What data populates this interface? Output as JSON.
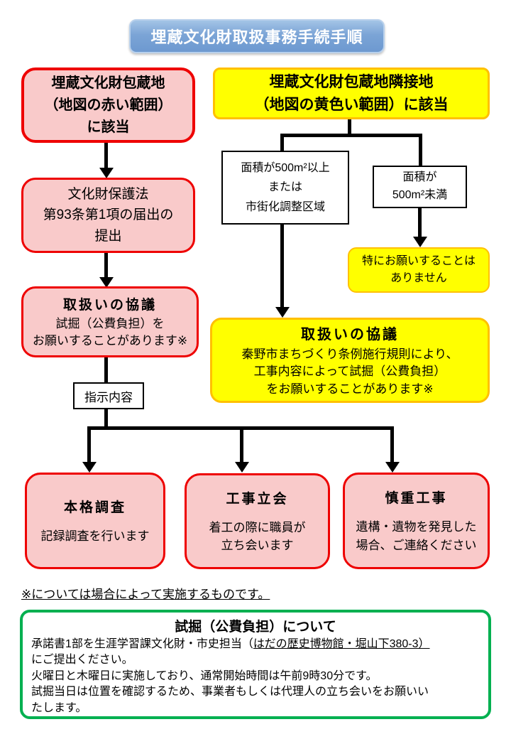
{
  "title": "埋蔵文化財取扱事務手続手順",
  "left_flow": {
    "box1": {
      "lines": [
        "埋蔵文化財包蔵地",
        "（地図の赤い範囲）",
        "に該当"
      ]
    },
    "box2": {
      "lines": [
        "文化財保護法",
        "第93条第1項の届出の",
        "提出"
      ]
    },
    "box3": {
      "title": "取扱いの協議",
      "body": [
        "試掘（公費負担）を",
        "お願いすることがあります※"
      ]
    },
    "instruction_label": "指示内容"
  },
  "right_flow": {
    "header_lines": [
      "埋蔵文化財包蔵地隣接地",
      "（地図の黄色い範囲）に該当"
    ],
    "cond_large": [
      "面積が500m²以上",
      "または",
      "市街化調整区域"
    ],
    "cond_small": [
      "面積が",
      "500m²未満"
    ],
    "no_action": [
      "特にお願いすることは",
      "ありません"
    ],
    "council": {
      "title": "取扱いの協議",
      "body": [
        "秦野市まちづくり条例施行規則により、",
        "工事内容によって試掘（公費負担）",
        "をお願いすることがあります※"
      ]
    }
  },
  "outcomes": [
    {
      "title": "本格調査",
      "body": [
        "記録調査を行います"
      ]
    },
    {
      "title": "工事立会",
      "body": [
        "着工の際に職員が",
        "立ち会います"
      ]
    },
    {
      "title": "慎重工事",
      "body": [
        "遺構・遺物を発見した",
        "場合、ご連絡ください"
      ]
    }
  ],
  "note": "※については場合によって実施するものです。",
  "green_box": {
    "title": "試掘（公費負担）について",
    "line1_pre": "承諾書1部を生涯学習課文化財・市史担当（",
    "line1_underline": "はだの歴史博物館・堀山下380-3）",
    "line2": "にご提出ください。",
    "line3": "火曜日と木曜日に実施しており、通常開始時間は午前9時30分です。",
    "line4": "試掘当日は位置を確認するため、事業者もしくは代理人の立ち会いをお願いい",
    "line5": "たします。"
  },
  "colors": {
    "pink_fill": "#f9caca",
    "red_border": "#ee0000",
    "yellow_fill": "#ffff00",
    "yellow_border": "#ffc000",
    "green_border": "#00b050",
    "title_blue": "#6d99d0"
  }
}
